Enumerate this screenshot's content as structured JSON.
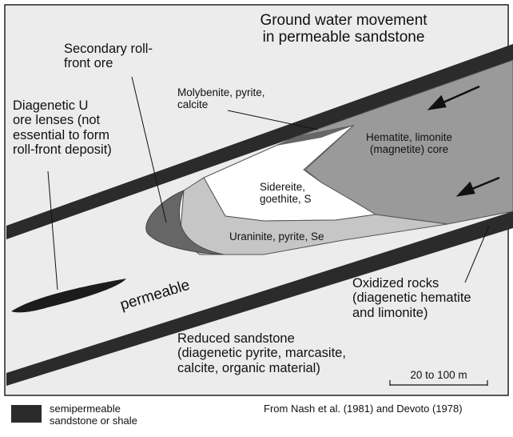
{
  "diagram": {
    "title_line1": "Ground water movement",
    "title_line2": "in permeable sandstone",
    "labels": {
      "secondary_ore_1": "Secondary roll-",
      "secondary_ore_2": "front ore",
      "diagenetic_1": "Diagenetic U",
      "diagenetic_2": "ore lenses (not",
      "diagenetic_3": "essential to form",
      "diagenetic_4": "roll-front deposit)",
      "moly_1": "Molybenite, pyrite,",
      "moly_2": "calcite",
      "hematite_1": "Hematite, limonite",
      "hematite_2": "(magnetite) core",
      "siderite_1": "Sidereite,",
      "siderite_2": "goethite, S",
      "uraninite": "Uraninite, pyrite, Se",
      "permeable": "permeable",
      "oxidized_1": "Oxidized rocks",
      "oxidized_2": "(diagenetic hematite",
      "oxidized_3": "and limonite)",
      "reduced_1": "Reduced sandstone",
      "reduced_2": "(diagenetic pyrite, marcasite,",
      "reduced_3": "calcite, organic material)"
    },
    "scale_bar": "20 to 100 m",
    "legend": {
      "line1": "semipermeable",
      "line2": "sandstone or shale"
    },
    "source": "From Nash et al. (1981) and Devoto (1978)",
    "colors": {
      "shale": "#2b2b2b",
      "core": "#9a9a9a",
      "uraninite_zone": "#c6c6c6",
      "ore_zone": "#666666",
      "white_zone": "#ffffff",
      "background": "#ececec"
    }
  }
}
